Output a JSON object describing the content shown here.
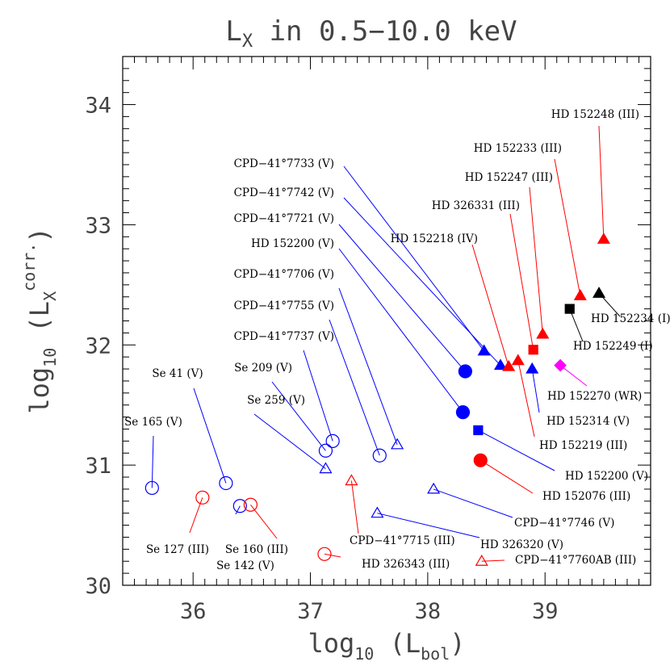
{
  "chart_data": {
    "type": "scatter",
    "title": "L",
    "title_sub": "X",
    "title_rest": " in 0.5−10.0 keV",
    "xlabel": "log",
    "xlabel_sub": "10",
    "xlabel_mid": " (L",
    "xlabel_sub2": "bol",
    "xlabel_end": ")",
    "ylabel": "log",
    "ylabel_sub": "10",
    "ylabel_mid": " (L",
    "ylabel_sub2": "X",
    "ylabel_sup": "corr.",
    "ylabel_end": ")",
    "xlim": [
      35.4,
      39.9
    ],
    "ylim": [
      30.0,
      34.4
    ],
    "xticks": [
      "36",
      "37",
      "38",
      "39"
    ],
    "yticks": [
      "30",
      "31",
      "32",
      "33",
      "34"
    ],
    "grid": false,
    "colors": {
      "red": "#ff0000",
      "blue": "#0000ff",
      "black": "#000000",
      "magenta": "#ff00ff",
      "axis": "#000000"
    },
    "points": [
      {
        "label": "Se 165 (V)",
        "x": 35.65,
        "y": 30.81,
        "marker": "circle",
        "filled": false,
        "color": "#0000ff"
      },
      {
        "label": "Se 41 (V)",
        "x": 36.28,
        "y": 30.85,
        "marker": "circle",
        "filled": false,
        "color": "#0000ff"
      },
      {
        "label": "Se 127 (III)",
        "x": 36.08,
        "y": 30.73,
        "marker": "circle",
        "filled": false,
        "color": "#ff0000"
      },
      {
        "label": "Se 142 (V)",
        "x": 36.4,
        "y": 30.66,
        "marker": "circle",
        "filled": false,
        "color": "#0000ff"
      },
      {
        "label": "Se 160 (III)",
        "x": 36.49,
        "y": 30.67,
        "marker": "circle",
        "filled": false,
        "color": "#ff0000"
      },
      {
        "label": "Se 259 (V)",
        "x": 37.13,
        "y": 30.97,
        "marker": "triangle",
        "filled": false,
        "color": "#0000ff"
      },
      {
        "label": "Se 209 (V)",
        "x": 37.13,
        "y": 31.12,
        "marker": "circle",
        "filled": false,
        "color": "#0000ff"
      },
      {
        "label": "CPD−41°7737 (V)",
        "x": 37.19,
        "y": 31.2,
        "marker": "circle",
        "filled": false,
        "color": "#0000ff"
      },
      {
        "label": "HD 326343 (III)",
        "x": 37.12,
        "y": 30.26,
        "marker": "circle",
        "filled": false,
        "color": "#ff0000"
      },
      {
        "label": "CPD−41°7715 (III)",
        "x": 37.35,
        "y": 30.87,
        "marker": "triangle",
        "filled": false,
        "color": "#ff0000"
      },
      {
        "label": "CPD−41°7755 (V)",
        "x": 37.59,
        "y": 31.08,
        "marker": "circle",
        "filled": false,
        "color": "#0000ff"
      },
      {
        "label": "CPD−41°7706 (V)",
        "x": 37.74,
        "y": 31.17,
        "marker": "triangle",
        "filled": false,
        "color": "#0000ff"
      },
      {
        "label": "HD 326320 (V)",
        "x": 37.57,
        "y": 30.6,
        "marker": "triangle",
        "filled": false,
        "color": "#0000ff"
      },
      {
        "label": "CPD−41°7746 (V)",
        "x": 38.05,
        "y": 30.8,
        "marker": "triangle",
        "filled": false,
        "color": "#0000ff"
      },
      {
        "label": "CPD−41°7760AB (III)",
        "x": 38.46,
        "y": 30.2,
        "marker": "triangle",
        "filled": false,
        "color": "#ff0000"
      },
      {
        "label": "HD 152200 (V)",
        "x": 38.3,
        "y": 31.44,
        "marker": "circle",
        "filled": true,
        "color": "#0000ff"
      },
      {
        "label": "CPD−41°7721 (V)",
        "x": 38.32,
        "y": 31.78,
        "marker": "circle",
        "filled": true,
        "color": "#0000ff"
      },
      {
        "label": "HD 152076 (III)",
        "x": 38.45,
        "y": 31.04,
        "marker": "circle",
        "filled": true,
        "color": "#ff0000"
      },
      {
        "label": "HD 152200 (V)",
        "x": 38.43,
        "y": 31.29,
        "marker": "square",
        "filled": true,
        "color": "#0000ff"
      },
      {
        "label": "CPD−41°7733 (V)",
        "x": 38.48,
        "y": 31.95,
        "marker": "triangle",
        "filled": true,
        "color": "#0000ff"
      },
      {
        "label": "CPD−41°7742 (V)",
        "x": 38.62,
        "y": 31.83,
        "marker": "triangle",
        "filled": true,
        "color": "#0000ff"
      },
      {
        "label": "HD 152218 (IV)",
        "x": 38.69,
        "y": 31.82,
        "marker": "triangle",
        "filled": true,
        "color": "#ff0000"
      },
      {
        "label": "HD 152219 (III)",
        "x": 38.77,
        "y": 31.87,
        "marker": "triangle",
        "filled": true,
        "color": "#ff0000"
      },
      {
        "label": "HD 152314 (V)",
        "x": 38.89,
        "y": 31.8,
        "marker": "triangle",
        "filled": true,
        "color": "#0000ff"
      },
      {
        "label": "HD 326331 (III)",
        "x": 38.9,
        "y": 31.96,
        "marker": "square",
        "filled": true,
        "color": "#ff0000"
      },
      {
        "label": "HD 152247 (III)",
        "x": 38.98,
        "y": 32.09,
        "marker": "triangle",
        "filled": true,
        "color": "#ff0000"
      },
      {
        "label": "HD 152270 (WR)",
        "x": 39.13,
        "y": 31.83,
        "marker": "diamond",
        "filled": true,
        "color": "#ff00ff"
      },
      {
        "label": "HD 152249 (I)",
        "x": 39.21,
        "y": 32.3,
        "marker": "square",
        "filled": true,
        "color": "#000000"
      },
      {
        "label": "HD 152233 (III)",
        "x": 39.3,
        "y": 32.41,
        "marker": "triangle",
        "filled": true,
        "color": "#ff0000"
      },
      {
        "label": "HD 152234 (I)",
        "x": 39.46,
        "y": 32.43,
        "marker": "triangle",
        "filled": true,
        "color": "#000000"
      },
      {
        "label": "HD 152248 (III)",
        "x": 39.5,
        "y": 32.88,
        "marker": "triangle",
        "filled": true,
        "color": "#ff0000"
      }
    ]
  }
}
